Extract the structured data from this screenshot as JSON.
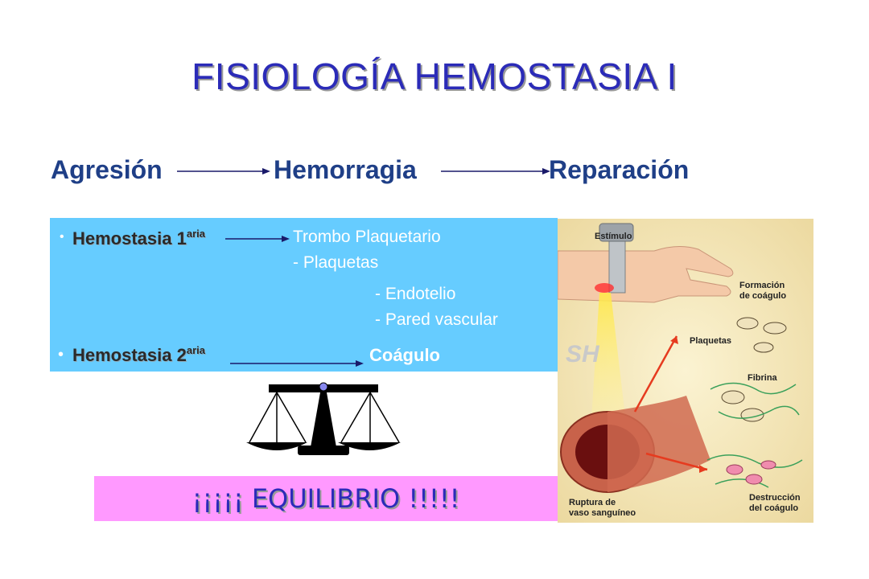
{
  "title": "FISIOLOGÍA HEMOSTASIA I",
  "flow": {
    "step1": "Agresión",
    "step2": "Hemorragia",
    "step3": "Reparación"
  },
  "box": {
    "bullet_char": "•",
    "h1_main": "Hemostasia 1",
    "h1_sup": "aria",
    "h1_result": "Trombo Plaquetario",
    "item1": "- Plaquetas",
    "item2": "- Endotelio",
    "item3": "- Pared vascular",
    "h2_main": "Hemostasia 2",
    "h2_sup": "aria",
    "h2_result": "Coágulo"
  },
  "banner": "¡¡¡¡¡ EQUILIBRIO !!!!!",
  "illustration": {
    "estimulo": "Estímulo",
    "formacion_1": "Formación",
    "formacion_2": "de coágulo",
    "plaquetas": "Plaquetas",
    "fibrina": "Fibrina",
    "destruccion_1": "Destrucción",
    "destruccion_2": "del coágulo",
    "ruptura_1": "Ruptura de",
    "ruptura_2": "vaso sanguíneo",
    "logo": "SH"
  },
  "colors": {
    "title": "#2b2bb8",
    "flow": "#1f3f87",
    "blue_box": "#66ccff",
    "pink_box": "#ff99ff"
  }
}
